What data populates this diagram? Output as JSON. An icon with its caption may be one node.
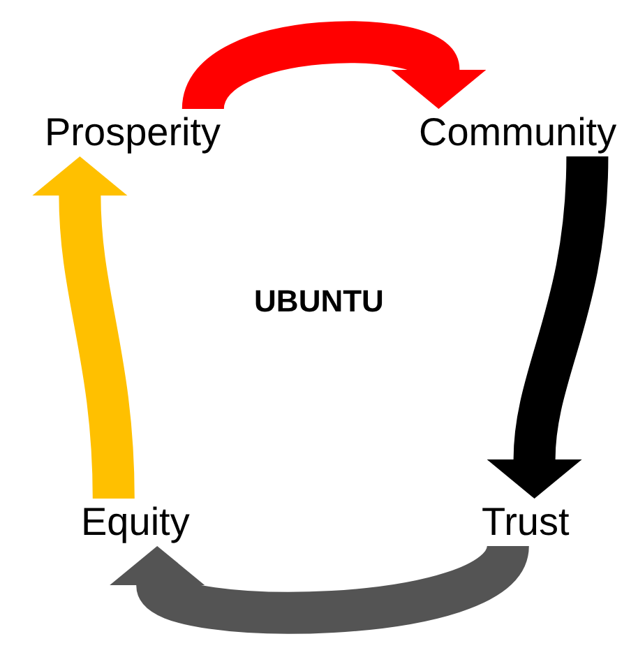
{
  "diagram": {
    "nodes": [
      {
        "text": [
          "Prosperity"
        ]
      },
      {
        "text": [
          "Community"
        ]
      },
      {
        "text": [
          "Trust"
        ]
      },
      {
        "text": [
          "Equity"
        ]
      }
    ],
    "edges": [
      {
        "from": 0,
        "to": 1,
        "arrow": "to",
        "color": "#ff0000"
      },
      {
        "from": 1,
        "to": 2,
        "arrow": "to",
        "color": "#000000"
      },
      {
        "from": 2,
        "to": 3,
        "arrow": "to",
        "color": "#545454"
      },
      {
        "from": 3,
        "to": 0,
        "arrow": "to",
        "color": "#ffc000"
      }
    ],
    "labels": [
      "UBUNTU"
    ]
  }
}
